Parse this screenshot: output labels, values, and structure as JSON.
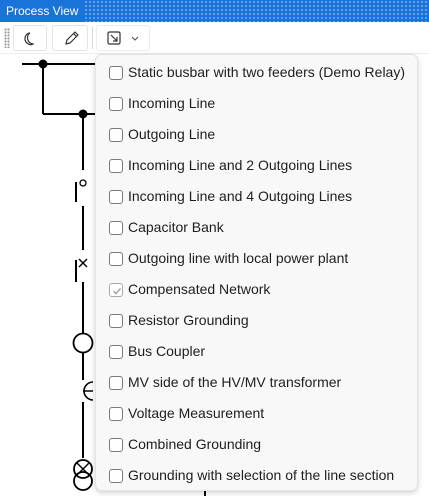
{
  "window": {
    "title": "Process View"
  },
  "toolbar": {
    "buttons": [
      {
        "name": "moon-tool",
        "icon": "moon-icon"
      },
      {
        "name": "pencil-tool",
        "icon": "pencil-icon"
      },
      {
        "name": "template-dropdown",
        "icon": "template-icon",
        "arrow": "chevron-down-icon"
      }
    ]
  },
  "menu": {
    "items": [
      {
        "label": "Static busbar with two feeders (Demo Relay)",
        "checked": false
      },
      {
        "label": "Incoming Line",
        "checked": false
      },
      {
        "label": "Outgoing Line",
        "checked": false
      },
      {
        "label": "Incoming Line and 2 Outgoing Lines",
        "checked": false
      },
      {
        "label": "Incoming Line and 4 Outgoing Lines",
        "checked": false
      },
      {
        "label": "Capacitor Bank",
        "checked": false
      },
      {
        "label": "Outgoing line with local power plant",
        "checked": false
      },
      {
        "label": "Compensated Network",
        "checked": true
      },
      {
        "label": "Resistor Grounding",
        "checked": false
      },
      {
        "label": "Bus Coupler",
        "checked": false
      },
      {
        "label": "MV side of the HV/MV transformer",
        "checked": false
      },
      {
        "label": "Voltage Measurement",
        "checked": false
      },
      {
        "label": "Combined Grounding",
        "checked": false
      },
      {
        "label": "Grounding with selection of the line section",
        "checked": false
      }
    ]
  },
  "colors": {
    "titlebar": "#1a73d8",
    "line": "#000000",
    "checkmark": "#9a9a9a"
  }
}
